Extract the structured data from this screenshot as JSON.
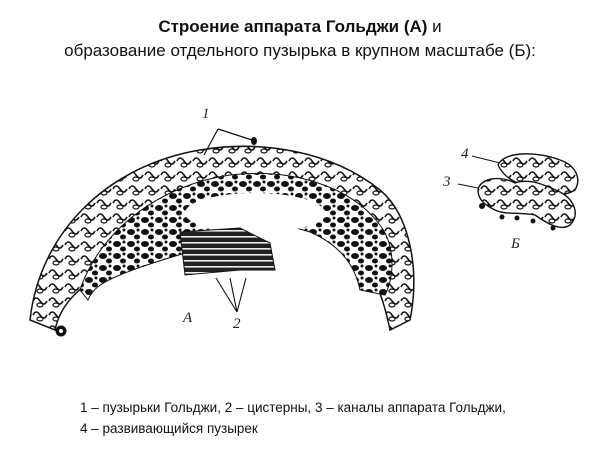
{
  "title": {
    "line1_bold": "Строение аппарата Гольджи (А)",
    "line1_rest": " и",
    "line2": "образование отдельного пузырька в крупном масштабе (Б):"
  },
  "figure": {
    "panel_a": {
      "letter": "А",
      "labels": {
        "vesicles": "1",
        "cisternae": "2"
      }
    },
    "panel_b": {
      "letter": "Б",
      "labels": {
        "channels": "3",
        "developing_vesicle": "4"
      }
    }
  },
  "caption": {
    "line1": "1 – пузырьки Гольджи, 2 – цистерны, 3 – каналы аппарата Гольджи,",
    "line2": "4 – развивающийся пузырек"
  },
  "colors": {
    "ink": "#111111",
    "background": "#ffffff"
  }
}
